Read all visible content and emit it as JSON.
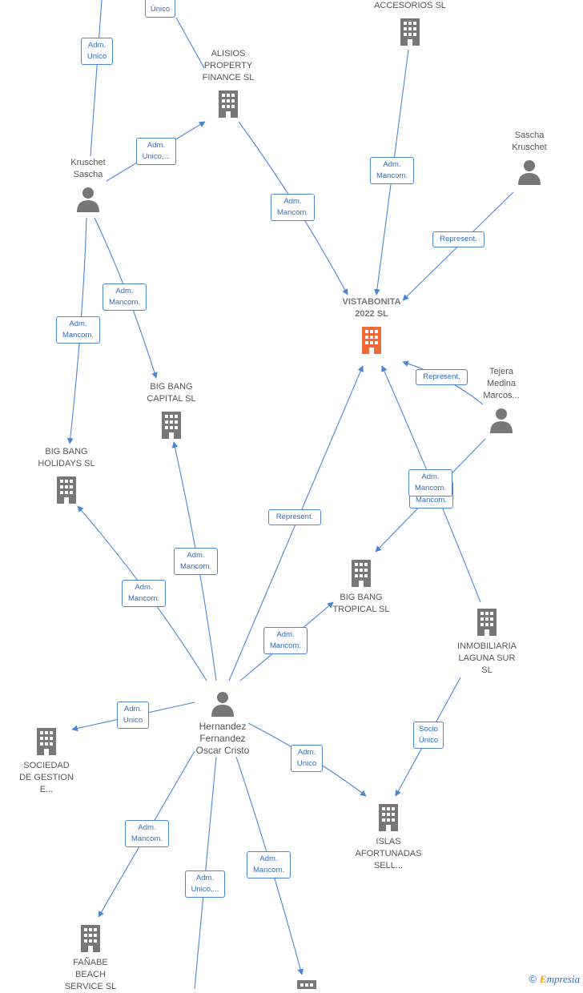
{
  "colors": {
    "edge": "#4a86d4",
    "building": "#777777",
    "highlight": "#f26a36",
    "person": "#777777"
  },
  "nodes": [
    {
      "id": "accesorios",
      "label": "ACCESORIOS SL",
      "kind": "company"
    },
    {
      "id": "alisios",
      "label": "ALISIOS\nPROPERTY\nFINANCE SL",
      "kind": "company"
    },
    {
      "id": "sascha_kruschet",
      "label": "Sascha\nKruschet",
      "kind": "person"
    },
    {
      "id": "kruschet_sascha",
      "label": "Kruschet\nSascha",
      "kind": "person"
    },
    {
      "id": "vistabonita",
      "label": "VISTABONITA\n2022 SL",
      "kind": "company-main"
    },
    {
      "id": "tejera",
      "label": "Tejera\nMedina\nMarcos...",
      "kind": "person"
    },
    {
      "id": "bigbang_capital",
      "label": "BIG BANG\nCAPITAL SL",
      "kind": "company"
    },
    {
      "id": "bigbang_holidays",
      "label": "BIG BANG\nHOLIDAYS SL",
      "kind": "company"
    },
    {
      "id": "bigbang_tropical",
      "label": "BIG BANG\nTROPICAL SL",
      "kind": "company"
    },
    {
      "id": "inmobiliaria",
      "label": "INMOBILIARIA\nLAGUNA SUR\nSL",
      "kind": "company"
    },
    {
      "id": "hernandez",
      "label": "Hernandez\nFernandez\nOscar Cristo",
      "kind": "person"
    },
    {
      "id": "sociedad",
      "label": "SOCIEDAD\nDE GESTION\nE...",
      "kind": "company"
    },
    {
      "id": "islas",
      "label": "ISLAS\nAFORTUNADAS\nSELL...",
      "kind": "company"
    },
    {
      "id": "fanabe",
      "label": "FAÑABE\nBEACH\nSERVICE SL",
      "kind": "company"
    },
    {
      "id": "bottom_company",
      "label": "",
      "kind": "company"
    }
  ],
  "relations": [
    {
      "id": "r_top_socio",
      "label": "Socio\nÚnico"
    },
    {
      "id": "r_adm_unico_top",
      "label": "Adm.\nUnico"
    },
    {
      "id": "r_ks_alisios",
      "label": "Adm.\nUnico,..."
    },
    {
      "id": "r_alisios_vista",
      "label": "Adm.\nMancom."
    },
    {
      "id": "r_acc_vista",
      "label": "Adm.\nMancom."
    },
    {
      "id": "r_sascha_vista",
      "label": "Represent."
    },
    {
      "id": "r_ks_capital",
      "label": "Adm.\nMancom."
    },
    {
      "id": "r_ks_holidays",
      "label": "Adm.\nMancom."
    },
    {
      "id": "r_tejera_vista",
      "label": "Represent."
    },
    {
      "id": "r_inmo_vista",
      "label": "Adm.\nMancom."
    },
    {
      "id": "r_tejera_tropical",
      "label": "Adm.\nMancom."
    },
    {
      "id": "r_h_vista",
      "label": "Represent."
    },
    {
      "id": "r_h_capital",
      "label": "Adm.\nMancom."
    },
    {
      "id": "r_h_holidays",
      "label": "Adm.\nMancom."
    },
    {
      "id": "r_h_tropical",
      "label": "Adm.\nMancom."
    },
    {
      "id": "r_h_sociedad",
      "label": "Adm.\nUnico"
    },
    {
      "id": "r_h_islas",
      "label": "Adm.\nUnico"
    },
    {
      "id": "r_inmo_islas",
      "label": "Socio\nÚnico"
    },
    {
      "id": "r_h_fanabe",
      "label": "Adm.\nMancom."
    },
    {
      "id": "r_h_bottom1",
      "label": "Adm.\nUnico,..."
    },
    {
      "id": "r_h_bottom2",
      "label": "Adm.\nMancom."
    }
  ],
  "copyright": {
    "symbol": "©",
    "brand_initial": "E",
    "brand_rest": "mpresia"
  }
}
